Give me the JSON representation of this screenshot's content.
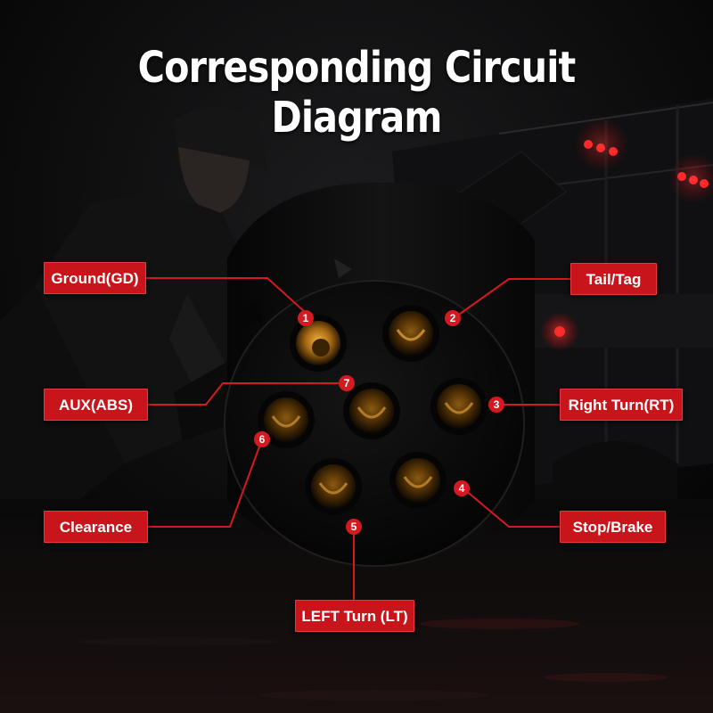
{
  "title": "Corresponding Circuit Diagram",
  "colors": {
    "accent": "#c8151b",
    "background": "#000000",
    "leader": "#d31a20"
  },
  "pins": [
    {
      "number": "1",
      "function": "Ground(GD)"
    },
    {
      "number": "2",
      "function": "Tail/Tag"
    },
    {
      "number": "3",
      "function": "Right Turn(RT)"
    },
    {
      "number": "4",
      "function": "Stop/Brake"
    },
    {
      "number": "5",
      "function": "LEFT Turn (LT)"
    },
    {
      "number": "6",
      "function": "Clearance"
    },
    {
      "number": "7",
      "function": "AUX(ABS)"
    }
  ]
}
